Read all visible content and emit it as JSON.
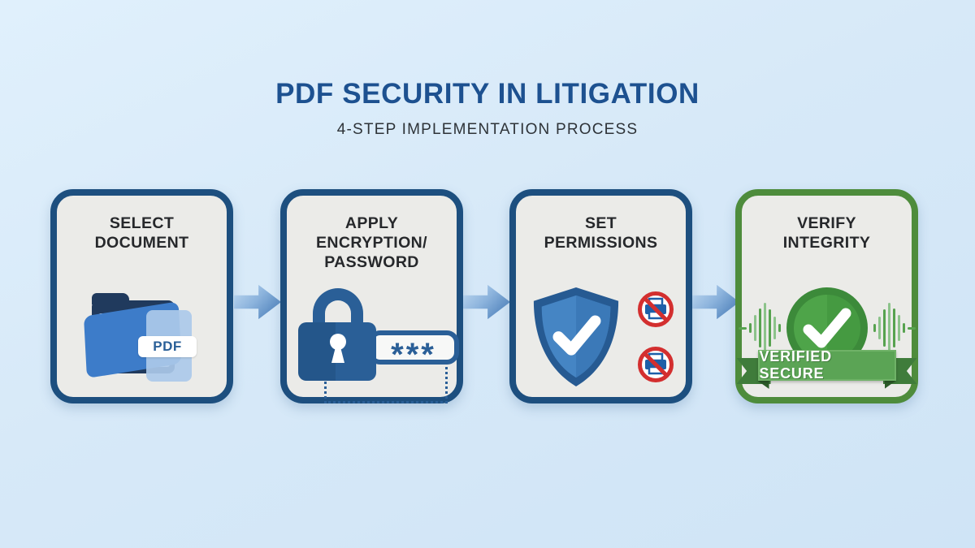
{
  "header": {
    "title": "PDF SECURITY IN LITIGATION",
    "subtitle": "4-STEP IMPLEMENTATION PROCESS"
  },
  "steps": [
    {
      "label": "SELECT\nDOCUMENT",
      "icon": "pdf-folder-icon",
      "badge": "PDF"
    },
    {
      "label": "APPLY\nENCRYPTION/\nPASSWORD",
      "icon": "lock-password-icon",
      "password_mask": "***"
    },
    {
      "label": "SET\nPERMISSIONS",
      "icon": "shield-check-icon"
    },
    {
      "label": "VERIFY\nINTEGRITY",
      "icon": "waveform-check-icon",
      "ribbon": "VERIFIED SECURE"
    }
  ],
  "colors": {
    "background": "#d7e9f8",
    "title": "#1d5190",
    "subtitle": "#2e3338",
    "card_background": "#ebebe8",
    "card_border_blue": "#1d4f7f",
    "card_border_green": "#4e8c3c",
    "heading_text": "#26282b",
    "arrow_gradient_light": "#c3dcf2",
    "arrow_gradient_dark": "#3f75b3",
    "icon_blue": "#2a5f97",
    "folder_front_blue": "#3d7cc9",
    "prohibited_red": "#d32f2f",
    "check_green_ring": "#3c8a3a",
    "check_green_fill": "#4ea449",
    "ribbon_green": "#5ba455",
    "ribbon_tail_green": "#3f7c3b"
  }
}
